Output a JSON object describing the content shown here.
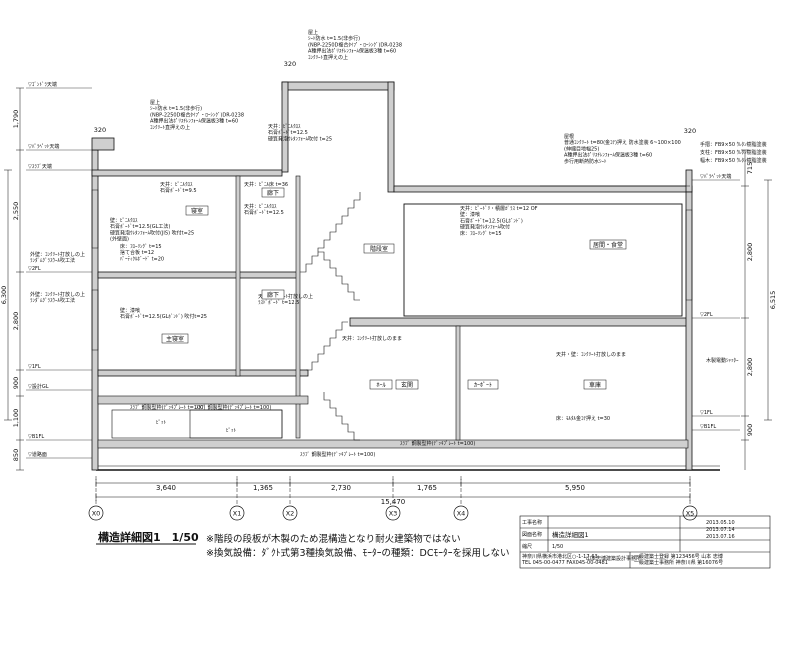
{
  "title": "構造詳細図1　1/50",
  "notes": [
    "※階段の段板が木製のため混構造となり耐火建築物ではない",
    "※換気設備：ﾀﾞｸﾄ式第3種換気設備、ﾓｰﾀｰの種類：DCﾓｰﾀｰを採用しない"
  ],
  "grid_dims": [
    "3,640",
    "1,365",
    "2,730",
    "1,765",
    "5,950"
  ],
  "total_dim": "15,470",
  "grid_axes": [
    "X0",
    "X1",
    "X2",
    "X3",
    "X4",
    "X5"
  ],
  "left_dims": [
    "1,790",
    "2,550",
    "6,300",
    "2,800",
    "900",
    "1,100",
    "850"
  ],
  "right_dims": [
    "715",
    "2,800",
    "6,515",
    "2,800",
    "900"
  ],
  "level_marks_left": [
    "▽ｺﾞﾝﾄﾞﾗ天端",
    "▽ﾊﾟﾗﾍﾟｯﾄ天端",
    "▽ｽﾗﾌﾞ天端",
    "▽2FL",
    "▽1FL",
    "▽設計GL",
    "▽B1FL",
    "▽道路面"
  ],
  "level_marks_right": [
    "▽ﾊﾟﾗﾍﾟｯﾄ天端",
    "▽2FL",
    "▽1FL",
    "▽B1FL"
  ],
  "spec_blocks": [
    "屋上\nｼｰﾄ防水 t=1.5(非歩行)\n(NBP-2250D複合ﾀｲﾌﾟ・ﾛｰｼﾝｸﾞ)DR-0238\nA種押出法ﾎﾟﾘｽﾁﾚﾝﾌｫｰﾑ保温板3種 t=60\nｺﾝｸﾘｰﾄ直押えの上",
    "屋上\nｼｰﾄ防水 t=1.5(非歩行)\n(NBP-2250D複合ﾀｲﾌﾟ・ﾛｰｼﾝｸﾞ)DR-0238\nA種押出法ﾎﾟﾘｽﾁﾚﾝﾌｫｰﾑ保温板3種 t=60\nｺﾝｸﾘｰﾄ直押えの上",
    "屋根\n普通ｺﾝｸﾘｰﾄ t=80(金ｺﾃ)押え 防水塗装 6~100×100\n(伸縮目地幅25)\nA種押出法ﾎﾟﾘｽﾁﾚﾝﾌｫｰﾑ保温板3種 t=60\n歩行用断熱防水ｼｰﾄ"
  ],
  "room_notes": [
    "天井：ﾋﾟﾆﾙｸﾛｽ\n石膏ﾎﾞｰﾄﾞt=9.5",
    "天井：ﾋﾟﾆﾙｸﾛｽ\n石膏ﾎﾞｰﾄﾞt=12.5\n硬質発泡ｳﾚﾀﾝﾌｫｰﾑ吹付 t=25",
    "壁：ﾋﾟﾆﾙｸﾛｽ\n石膏ﾎﾞｰﾄﾞt=12.5(GL工法)\n硬質発泡ｳﾚﾀﾝﾌｫｰﾑ吹付(JIS) 吹付t=25\n(外壁面)",
    "床：ﾌﾛｰﾘﾝｸﾞ t=15\n捨て合板 t=12\nﾊﾟｰﾃｨｸﾙﾎﾞｰﾄﾞ t=20",
    "天井：ｺﾝｸﾘｰﾄ打放しの上\nﾗｽﾄﾞﾎﾞｰﾄﾞ t=12.5",
    "天井：ﾋﾟﾆﾙ床 t=36",
    "天井：ﾋﾟﾆﾙｸﾛｽ\n石膏ﾎﾞｰﾄﾞt=12.5",
    "壁：漆喰\n石膏ﾎﾞｰﾄﾞt=12.5(GLﾎﾞﾝﾄﾞ) 吹付t=25",
    "天井：ｺﾝｸﾘｰﾄ打放しのまま",
    "天井・壁：ｺﾝｸﾘｰﾄ打放しのまま",
    "床：ﾓﾙﾀﾙ金ｺﾃ押え t=30",
    "天井：ﾋﾟｰﾄﾞﾘ・積層ｶﾞﾗｽ t=12 OF\n壁：漆喰\n石膏ﾎﾞｰﾄﾞt=12.5(GLﾎﾞﾝﾄﾞ)\n硬質発泡ｳﾚﾀﾝﾌｫｰﾑ吹付\n床：ﾌﾛｰﾘﾝｸﾞ t=15"
  ],
  "rooms": [
    "寝室",
    "主寝室",
    "廊下",
    "階段室",
    "廊下",
    "玄関",
    "ﾎｰﾙ",
    "ｶｰﾎﾟｰﾄ",
    "車庫",
    "居間・食堂"
  ],
  "slab_labels": [
    "ｽﾗﾌﾞ 鋼製型枠(ﾃﾞｯｷﾌﾟﾚｰﾄ t=100)",
    "ｽﾗﾌﾞ 鋼製型枠(ﾃﾞｯｷﾌﾟﾚｰﾄ t=100)",
    "ｽﾗﾌﾞ 鋼製型枠(ﾃﾞｯｷﾌﾟﾚｰﾄ t=100)",
    "ｽﾗﾌﾞ 鋼製型枠(ﾃﾞｯｷﾌﾟﾚｰﾄ t=100)",
    "ﾋﾟｯﾄ",
    "ﾋﾟｯﾄ"
  ],
  "top_dims": [
    "320",
    "320",
    "320"
  ],
  "side_labels": [
    "外壁：ｺﾝｸﾘｰﾄ打放しの上\nﾗﾝﾀﾞﾑｸﾞﾗｽｳｰﾙ吹工法",
    "外壁：ｺﾝｸﾘｰﾄ打放しの上\nﾗﾝﾀﾞﾑｸﾞﾗｽｳｰﾙ吹工法",
    "木製電動ｼｬｯﾀｰ",
    "手摺：FB9×50 ｳﾚﾀﾝ樹脂塗装",
    "支柱：FB9×50 ｳﾚﾀﾝ樹脂塗装",
    "幅木：FB9×50 ｳﾚﾀﾝ樹脂塗装"
  ],
  "title_block": {
    "project_label": "工事名称",
    "project": "",
    "drawing_label": "図面名称",
    "drawing": "構造詳細図1",
    "scale_label": "縮尺",
    "scale": "1/50",
    "dates": [
      "2013.05.10",
      "2013.07.14",
      "2013.07.16"
    ],
    "address": "神奈川県横浜市港北区○-1-17-63\nTEL 045-00-0477 FAX045-00-0481",
    "office": "山本忠博建築設計事務所",
    "license": "一級建築士登録 第123456号 山本 忠博\n一級建築士事務所 神奈川県 第16076号"
  }
}
